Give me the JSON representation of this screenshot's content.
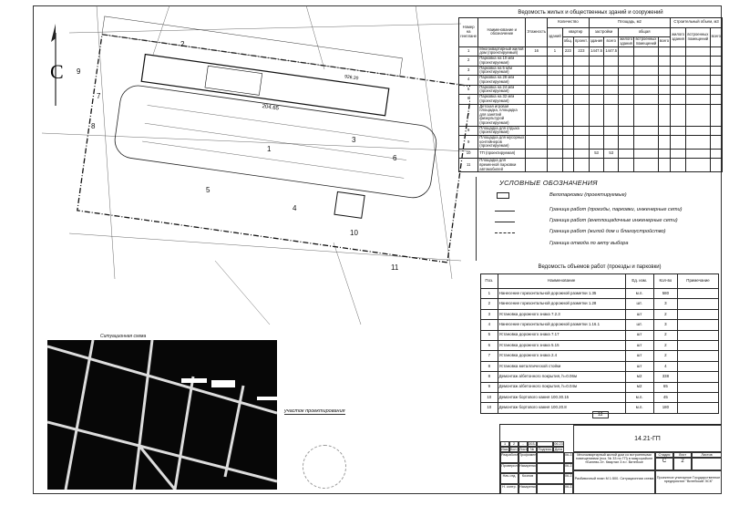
{
  "buildings_table": {
    "title": "Ведомость жилых и общественных зданий и сооружений",
    "headers": {
      "num": "Номер на генплане",
      "name": "Наименование и обозначение",
      "floors": "Этажность",
      "count": "Количество",
      "buildings": "зданий",
      "apartments": "квартир",
      "apt_total": "общ.",
      "apt_proj": "проект.",
      "area": "Площадь, м2",
      "built": "застройки",
      "built_b": "здания",
      "built_total": "всего",
      "total_area": "общая",
      "ta_res": "жилого здания",
      "ta_emb": "встроенных помещений",
      "ta_total": "всего",
      "volume": "Строительный объем, м3",
      "v_res": "жилого здания",
      "v_emb": "встроенных помещений",
      "v_total": "всего"
    },
    "rows": [
      {
        "n": "1",
        "name": "Многоквартирный жилой дом (проектируемый)",
        "fl": "16",
        "b": "1",
        "a1": "223",
        "a2": "223",
        "s1": "1447.5",
        "s2": "1447.5"
      },
      {
        "n": "2",
        "name": "Парковка на 10 м/м (проектируемая)"
      },
      {
        "n": "3",
        "name": "Парковка на 5 м/м (проектируемая)"
      },
      {
        "n": "4",
        "name": "Парковка на 28 м/м (проектируемая)"
      },
      {
        "n": "5",
        "name": "Парковка на 24 м/м (проектируемая)"
      },
      {
        "n": "6",
        "name": "Парковка на 32 м/м (проектируемая)"
      },
      {
        "n": "7",
        "name": "Детская игровая площадка, площадка для занятий физкультурой (проектируемая)"
      },
      {
        "n": "8",
        "name": "Площадка для отдыха (проектируемая)"
      },
      {
        "n": "9",
        "name": "Площадка для мусорных контейнеров (проектируемая)"
      },
      {
        "n": "10",
        "name": "ТП (проектируемая)",
        "s1": "53",
        "s2": "53"
      },
      {
        "n": "11",
        "name": "Площадка для временной парковки автомобилей"
      }
    ]
  },
  "legend": {
    "title": "УСЛОВНЫЕ ОБОЗНАЧЕНИЯ",
    "items": [
      "Велопарковки (проектируемые)",
      "Граница работ (проезды, парковки, инженерные сети)",
      "Граница работ (внеплощадочные инженерные сети)",
      "Граница работ (жилой дом и благоустройство)",
      "Граница отвода по акту выбора"
    ]
  },
  "works_table": {
    "title": "Ведомость объемов работ (проезды и парковки)",
    "headers": [
      "Поз.",
      "Наименование",
      "Ед. изм.",
      "Кол-во",
      "Примечание"
    ],
    "rows": [
      [
        "1",
        "Нанесение горизонтальной дорожной разметки 1.35",
        "м.п.",
        "580"
      ],
      [
        "2",
        "Нанесение горизонтальной дорожной разметки 1.28",
        "шт.",
        "3"
      ],
      [
        "3",
        "Установка дорожного знака 7.2.3",
        "шт",
        "2"
      ],
      [
        "4",
        "Нанесение горизонтальной дорожной разметки 1.16.1",
        "шт.",
        "3"
      ],
      [
        "5",
        "Установка дорожного знака 7.17",
        "шт",
        "2"
      ],
      [
        "6",
        "Установка дорожного знака 5.15",
        "шт",
        "2"
      ],
      [
        "7",
        "Установка дорожного знака 2.4",
        "шт",
        "2"
      ],
      [
        "8",
        "Установка металлической стойки",
        "шт",
        "4"
      ],
      [
        "8",
        "Демонтаж а/бетонного покрытия, h=0.06м",
        "м2",
        "338"
      ],
      [
        "9",
        "Демонтаж а/бетонного покрытия, h=0.04м",
        "м2",
        "65"
      ],
      [
        "10",
        "Демонтаж бортового камня 100.30.15",
        "м.п.",
        "45"
      ],
      [
        "10",
        "Демонтаж бортового камня 100.20.8",
        "м.п.",
        "180"
      ]
    ],
    "footnote": "12"
  },
  "title_block": {
    "code": "14.21-ГП",
    "object": "Многоквартирный жилой дом со встроенными помещениями (поз. № 33 по ГП) в микрорайоне «Билево-3». Квартал 3 в г. Витебске",
    "sheet_title": "Разбивочный план М 1:500. Ситуационная схема",
    "stage_h": "Стадия",
    "sheet_h": "Лист",
    "sheets_h": "Листов",
    "stage": "С",
    "sheet": "2",
    "org": "Проектное унитарное Государственное предприятие \"Витебский ЭСК\"",
    "roles": [
      "Разработал",
      "Проверил",
      "Нач.отд.",
      "Н. контр."
    ],
    "names": [
      "Трофименко",
      "Назаренко",
      "Козлов",
      "Назаренко"
    ],
    "dates": [
      "06.23",
      "06.23",
      "06.23",
      "06.23"
    ],
    "hdr": [
      "Изм.",
      "Кол.уч.",
      "Лист",
      "№ док.",
      "Подпись",
      "Дата"
    ],
    "rev": [
      "1",
      "2",
      "-",
      "203-23",
      "",
      "06.23"
    ]
  },
  "plan": {
    "numbers": [
      "1",
      "2",
      "3",
      "4",
      "5",
      "6",
      "7",
      "8",
      "9",
      "10",
      "11"
    ],
    "dim1": "204.65",
    "dim2": "926.20",
    "north": "С"
  },
  "situation": {
    "title": "Ситуационная схема",
    "label": "участок проектирования"
  }
}
